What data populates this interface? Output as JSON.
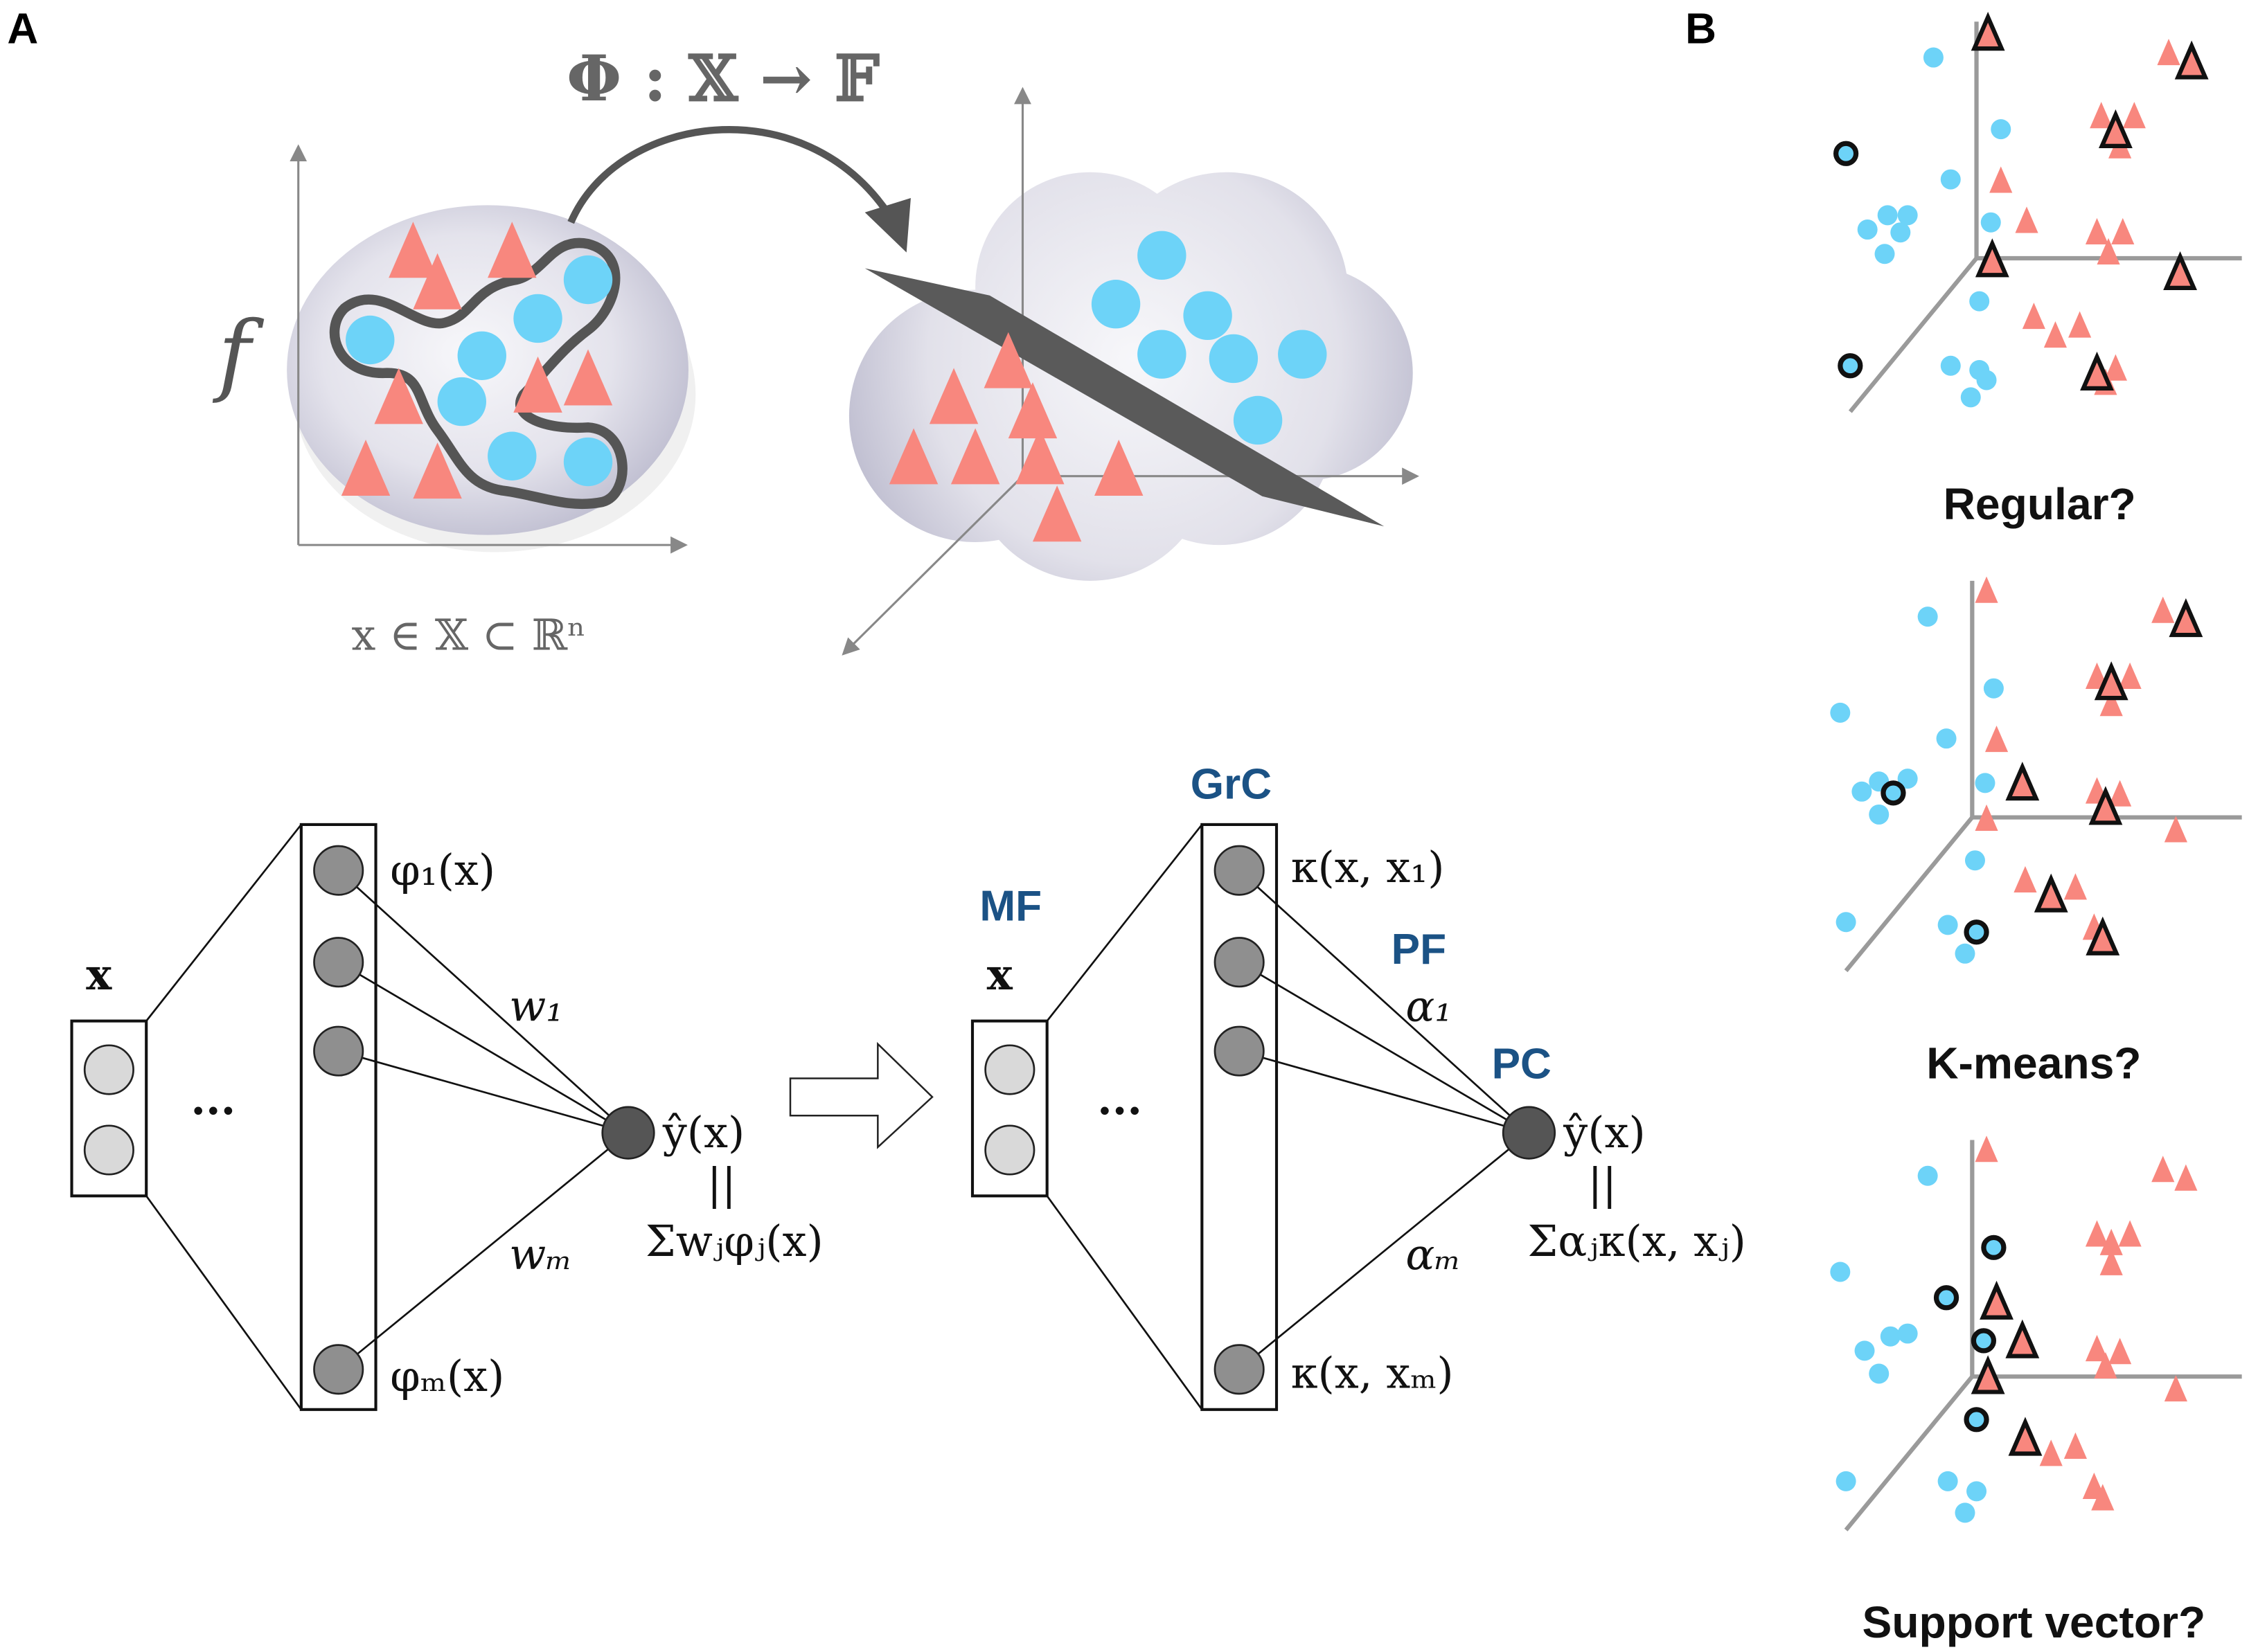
{
  "panels": {
    "a": "A",
    "b": "B"
  },
  "top": {
    "mapping_label": "Φ : 𝕏 → 𝔽",
    "function_label": "f",
    "input_space_label": "x ∈ 𝕏 ⊂ ℝⁿ"
  },
  "network_left": {
    "input_label": "x",
    "ellipsis": "···",
    "phi_1": "φ₁(x)",
    "phi_m": "φₘ(x)",
    "w_1": "w₁",
    "w_m": "wₘ",
    "output": "ŷ(x)",
    "equals": "||",
    "sum": "Σwⱼφⱼ(x)"
  },
  "network_right": {
    "mf": "MF",
    "grc": "GrC",
    "pf": "PF",
    "pc": "PC",
    "input_label": "x",
    "ellipsis": "···",
    "kappa_1": "κ(x, x₁)",
    "kappa_m": "κ(x, xₘ)",
    "alpha_1": "α₁",
    "alpha_m": "αₘ",
    "output": "ŷ(x)",
    "equals": "||",
    "sum": "Σαⱼκ(x, xⱼ)"
  },
  "panel_b": {
    "plots": [
      {
        "title": "Regular?"
      },
      {
        "title": "K-means?"
      },
      {
        "title": "Support vector?"
      }
    ]
  },
  "colors": {
    "circle": "#6dd3f8",
    "triangle": "#f8877e",
    "label_blue": "#1b5285",
    "plane": "#5a5a5a"
  }
}
